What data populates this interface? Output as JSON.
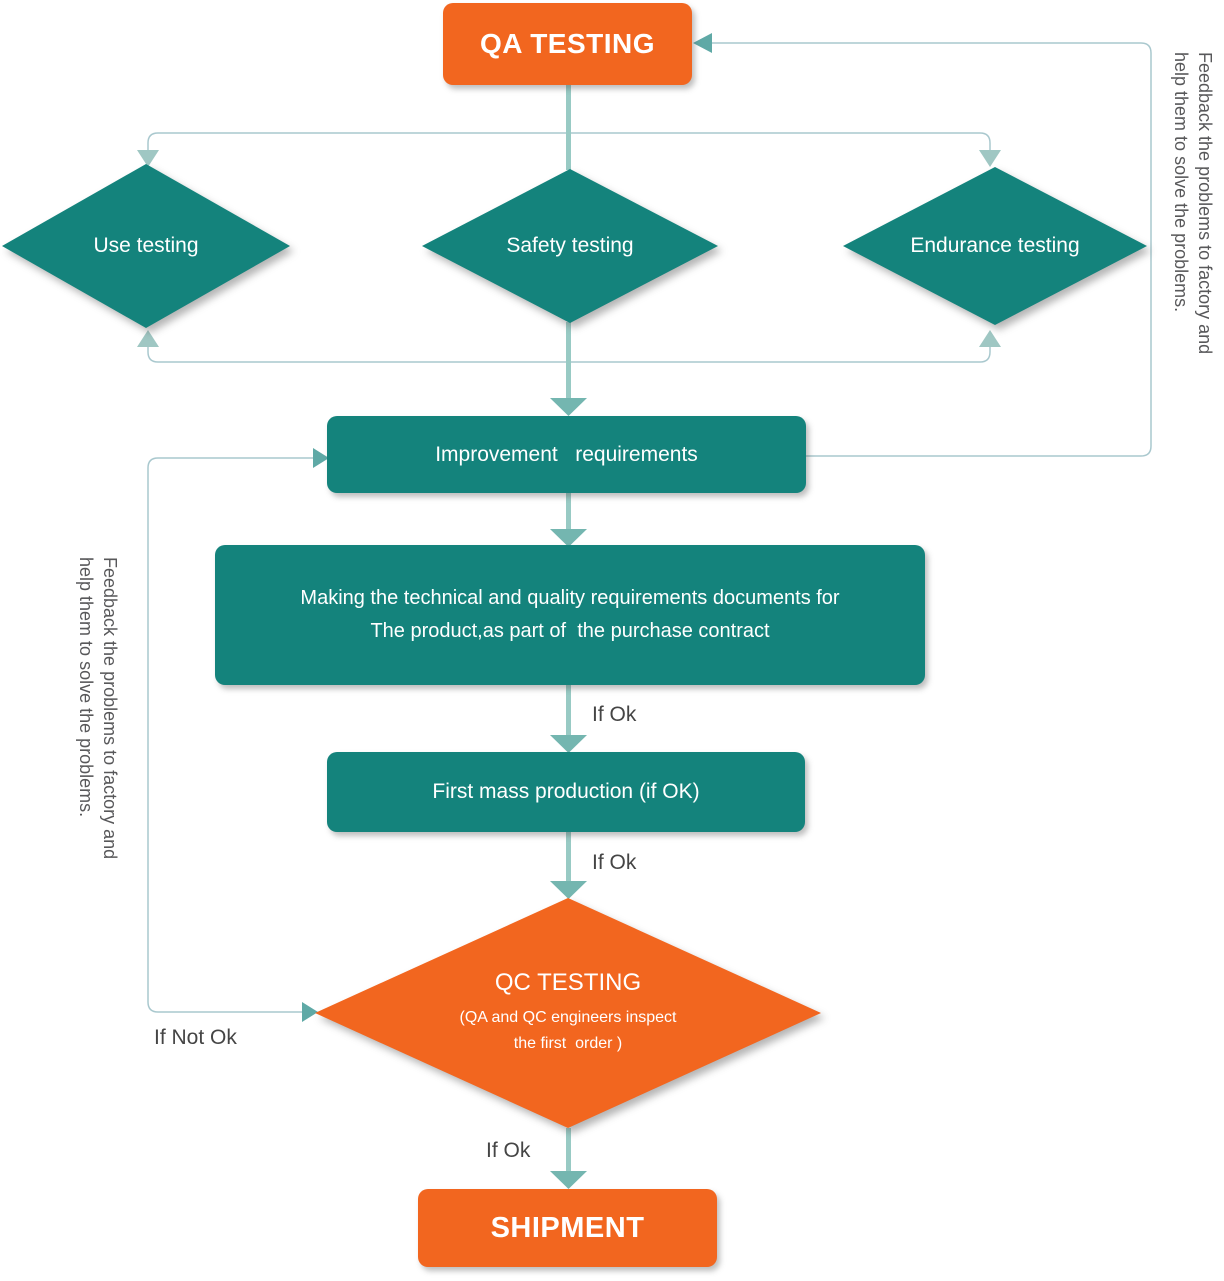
{
  "colors": {
    "orange": "#F2661F",
    "teal": "#14837C",
    "main_line": "#98CAC4",
    "main_arrow": "#74B6B0",
    "loop_line": "#A9C8CE",
    "loop_arrow": "#5FA9A6",
    "bracket_arrow": "#9FC7C3",
    "label_text": "#454545",
    "side_text": "#58585A"
  },
  "nodes": {
    "qa": {
      "label": "QA TESTING"
    },
    "use": {
      "label": "Use testing"
    },
    "safety": {
      "label": "Safety testing"
    },
    "endurance": {
      "label": "Endurance testing"
    },
    "improvement": {
      "label": "Improvement   requirements"
    },
    "docs": {
      "line1": "Making the technical and quality requirements documents for",
      "line2": "The product,as part of  the purchase contract"
    },
    "first_mass": {
      "label": "First mass production (if OK)"
    },
    "qc": {
      "title": "QC TESTING",
      "sub1": "(QA and QC engineers inspect",
      "sub2": "the first  order )"
    },
    "shipment": {
      "label": "SHIPMENT"
    }
  },
  "edge_labels": {
    "if_ok_1": "If Ok",
    "if_ok_2": "If Ok",
    "if_ok_3": "If Ok",
    "if_not_ok": "If Not Ok"
  },
  "side_notes": {
    "right": {
      "line1": "Feedback the problems to factory and",
      "line2": "help them to solve the problems."
    },
    "left": {
      "line1": "Feedback the problems to factory and",
      "line2": "help them to solve the problems."
    }
  }
}
